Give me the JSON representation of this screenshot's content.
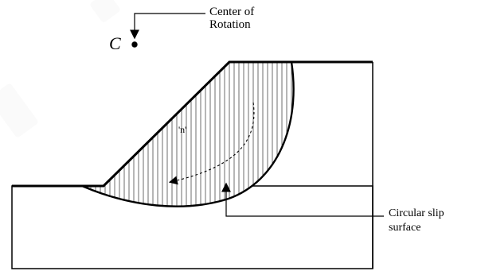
{
  "labels": {
    "center_of_rotation_line1": "Center of",
    "center_of_rotation_line2": "Rotation",
    "point_c": "C",
    "sliding_mass": "'n'",
    "slip_surface_line1": "Circular slip",
    "slip_surface_line2": "surface"
  },
  "colors": {
    "background": "#ffffff",
    "line": "#000000",
    "hatch": "#4a4a4a",
    "watermark": "#d9d9d9"
  }
}
